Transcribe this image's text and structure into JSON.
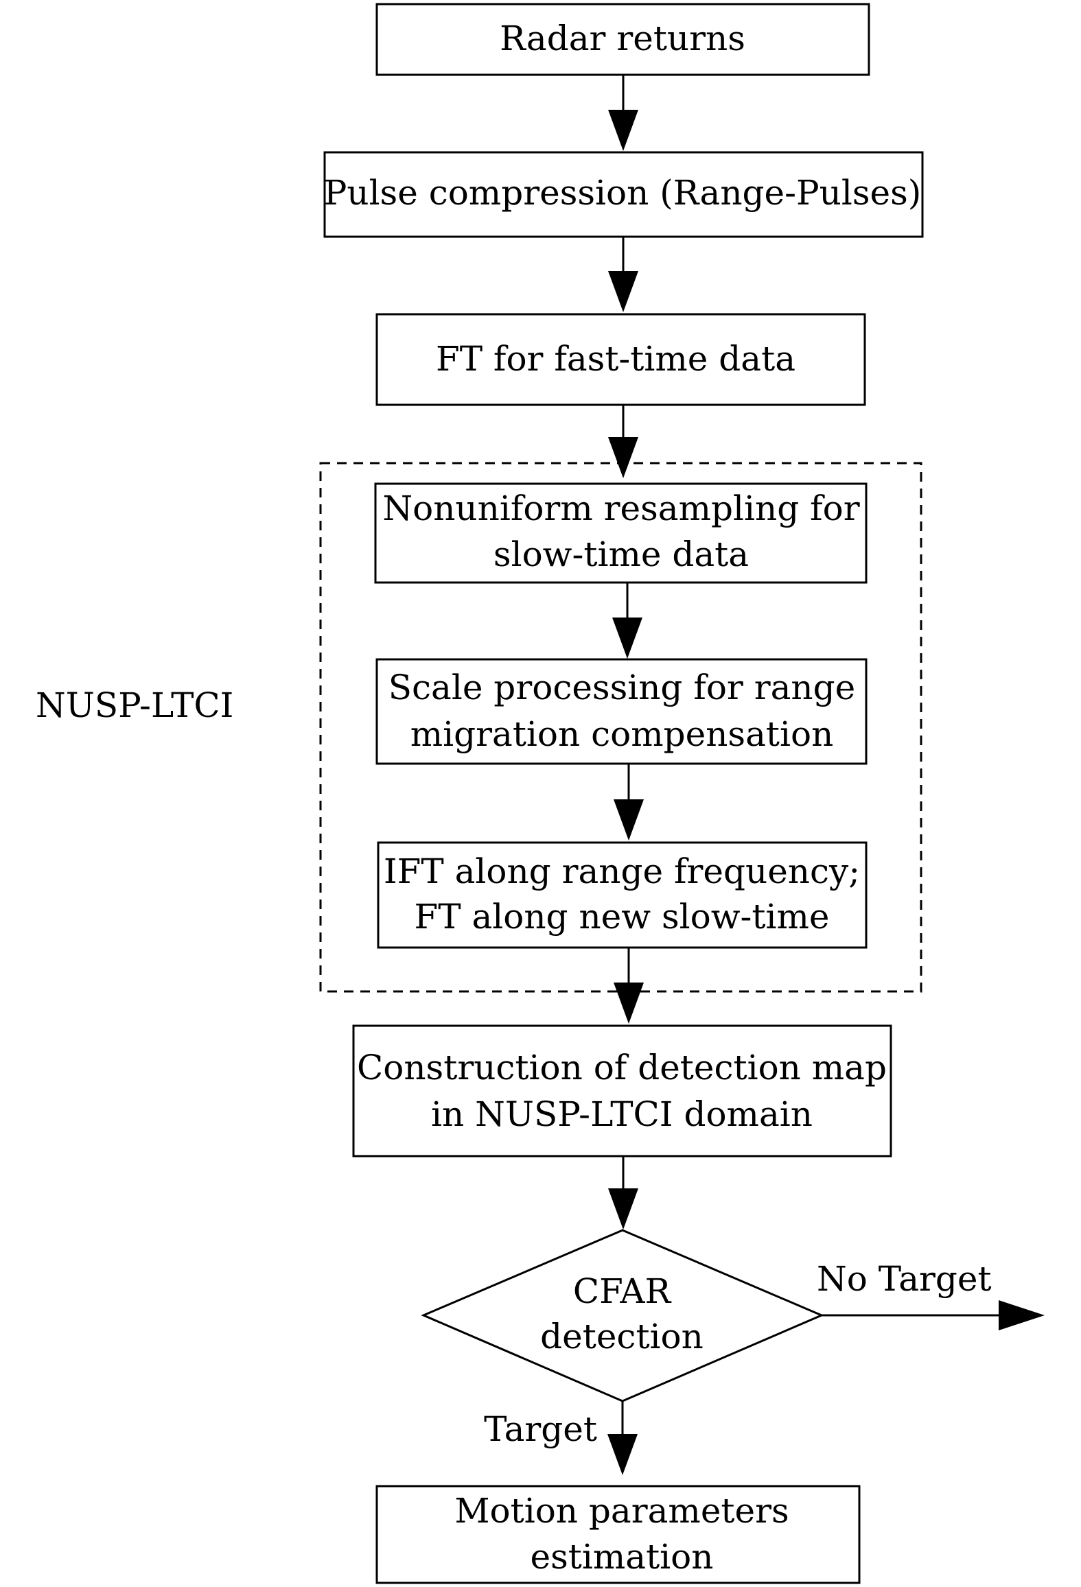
{
  "flowchart": {
    "nodes": {
      "radar_returns": {
        "lines": [
          "Radar returns"
        ]
      },
      "pulse_compression": {
        "lines": [
          "Pulse compression (Range-Pulses)"
        ]
      },
      "ft_fast_time": {
        "lines": [
          "FT for fast-time data"
        ]
      },
      "nonuniform_resampling": {
        "lines": [
          "Nonuniform resampling for",
          "slow-time data"
        ]
      },
      "scale_processing": {
        "lines": [
          "Scale processing for range",
          "migration compensation"
        ]
      },
      "ift_ft": {
        "lines": [
          "IFT along range frequency;",
          "FT along new slow-time"
        ]
      },
      "detection_map": {
        "lines": [
          "Construction of detection map",
          "in NUSP-LTCI domain"
        ]
      },
      "cfar": {
        "lines": [
          "CFAR",
          "detection"
        ]
      },
      "motion_estimation": {
        "lines": [
          "Motion parameters",
          "estimation"
        ]
      }
    },
    "group": {
      "label": "NUSP-LTCI"
    },
    "edge_labels": {
      "no_target": "No Target",
      "target": "Target"
    }
  }
}
